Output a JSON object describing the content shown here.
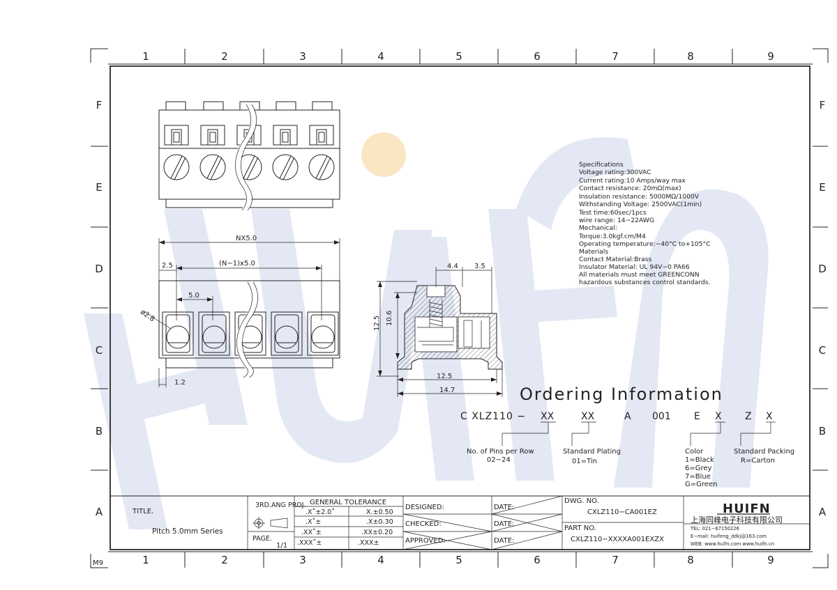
{
  "frame": {
    "columns": [
      "1",
      "2",
      "3",
      "4",
      "5",
      "6",
      "7",
      "8",
      "9"
    ],
    "rows": [
      "F",
      "E",
      "D",
      "C",
      "B",
      "A"
    ],
    "corner_label": "M9"
  },
  "watermark": {
    "text": "HUIFN",
    "color": "#e3e8f4",
    "dot_color": "#fbe6c4"
  },
  "dimensions": {
    "nx": "NX5.0",
    "n1": "(N−1)x5.0",
    "d25": "2.5",
    "d50": "5.0",
    "d28": "ø2.8",
    "d12": "1.2",
    "s44": "4.4",
    "s35": "3.5",
    "s125v": "12.5",
    "s106": "10.6",
    "s125h": "12.5",
    "s147": "14.7"
  },
  "specifications": [
    "Specifications",
    "Voltage rating:300VAC",
    "Current rating:10 Amps/way max",
    "Contact resistance: 20mΩ(max)",
    "Insulation resistance: 5000MΩ/1000V",
    "Withstanding Voltage: 2500VAC(1min)",
    "Test time:60sec/1pcs",
    "wire range: 14−22AWG",
    "Mechanical:",
    "Torque:3.0kgf.cm/M4",
    "Operating temperature:−40°C to+105°C",
    "Materials",
    "Contact Material:Brass",
    "Insulator Material: UL 94V−0 PA66",
    "All materials must meet GREENCONN",
    "hazardous substances control standards."
  ],
  "ordering": {
    "title": "Ordering Information",
    "code": [
      "C XLZ110 −",
      "XX",
      "XX",
      "A",
      "001",
      "E",
      "X",
      "Z",
      "X"
    ],
    "pins": {
      "title": "No. of Pins per Row",
      "value": "02~24"
    },
    "plating": {
      "title": "Standard Plating",
      "value": "01=Tin"
    },
    "color": {
      "title": "Color",
      "options": [
        "1=Black",
        "6=Grey",
        "7=Blue",
        "G=Green"
      ]
    },
    "packing": {
      "title": "Standard Packing",
      "value": "R=Carton"
    }
  },
  "title_block": {
    "title_label": "TITLE.",
    "title_value": "Pitch 5.0mm Series",
    "proj_label": "3RD.ANG PROJ.",
    "page_label": "PAGE.",
    "page_value": "1/1",
    "tolerance_title": "GENERAL TOLERANCE",
    "tolerances": [
      [
        ".X˚±2.0˚",
        "X.±0.50"
      ],
      [
        ".X˚±",
        ".X±0.30"
      ],
      [
        ".XX˚±",
        ".XX±0.20"
      ],
      [
        ".XXX˚±",
        ".XXX±"
      ]
    ],
    "designed": "DESIGNED:",
    "checked": "CHECKED:",
    "approved": "APPROVED:",
    "date": "DATE:",
    "dwg_label": "DWG. NO.",
    "dwg_value": "CXLZ110−CA001EZ",
    "part_label": "PART NO.",
    "part_value": "CXLZ110−XXXXA001EXZX",
    "logo": "HUIFN",
    "company": "上海同峰电子科技有限公司",
    "tel": "TEL: 021−67150226",
    "email": "E−mail: huifeng_ddkj@163.com",
    "web": "WEB: www.huifn.com  www.huifn.cn"
  }
}
